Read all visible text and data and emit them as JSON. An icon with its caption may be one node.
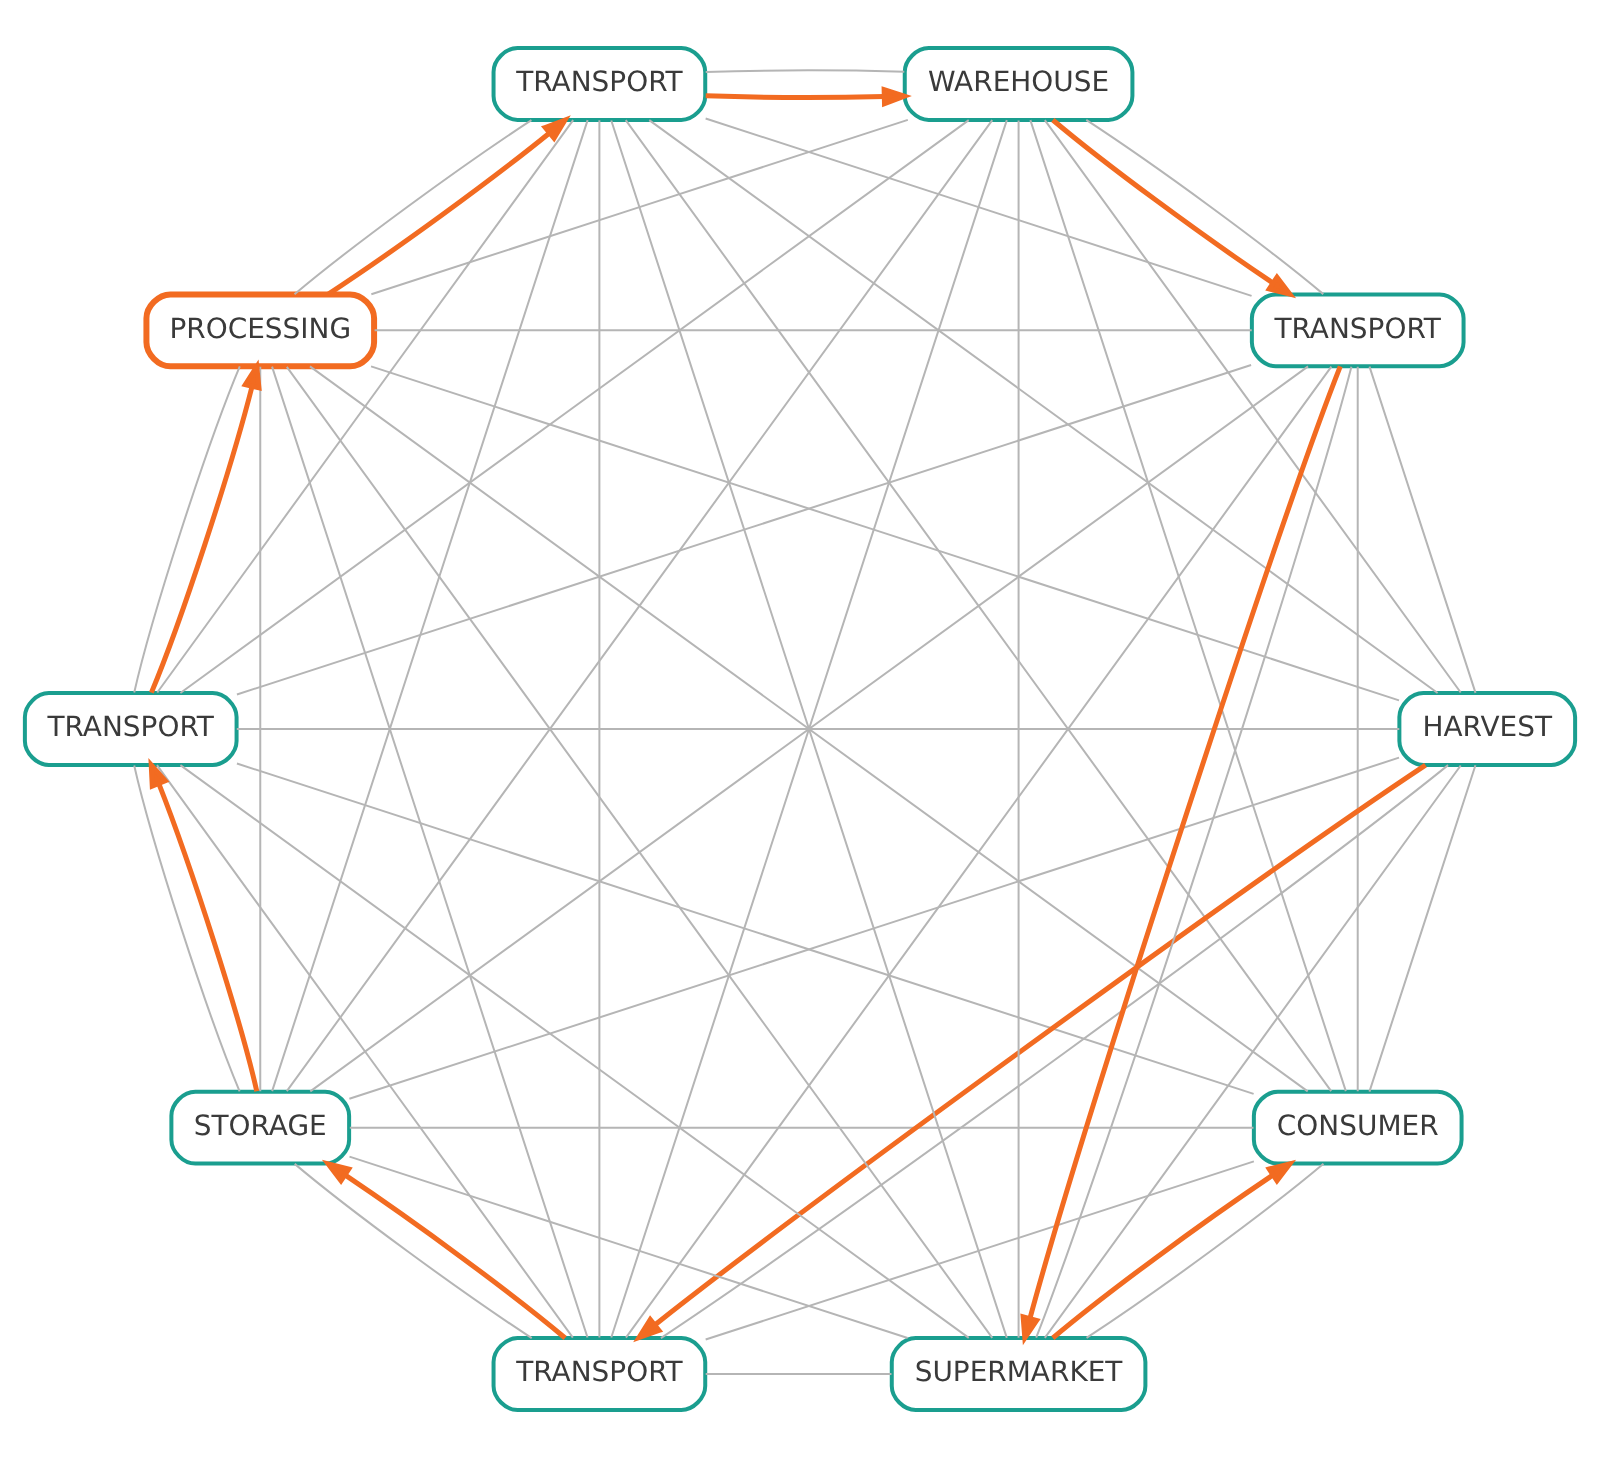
{
  "diagram": {
    "nodes": [
      {
        "text": [
          "CONSUMER"
        ]
      },
      {
        "text": [
          "HARVEST"
        ]
      },
      {
        "text": [
          "TRANSPORT"
        ]
      },
      {
        "text": [
          "STORAGE"
        ]
      },
      {
        "text": [
          "TRANSPORT"
        ]
      },
      {
        "text": [
          "PROCESSING"
        ]
      },
      {
        "text": [
          "TRANSPORT"
        ]
      },
      {
        "text": [
          "WAREHOUSE"
        ]
      },
      {
        "text": [
          "TRANSPORT"
        ]
      },
      {
        "text": [
          "SUPERMARKET"
        ]
      }
    ],
    "edges": [
      {
        "from": 0,
        "to": 1,
        "arrow": "none"
      },
      {
        "from": 0,
        "to": 2,
        "arrow": "none"
      },
      {
        "from": 0,
        "to": 3,
        "arrow": "none"
      },
      {
        "from": 0,
        "to": 4,
        "arrow": "none"
      },
      {
        "from": 0,
        "to": 5,
        "arrow": "none"
      },
      {
        "from": 0,
        "to": 6,
        "arrow": "none"
      },
      {
        "from": 0,
        "to": 7,
        "arrow": "none"
      },
      {
        "from": 0,
        "to": 8,
        "arrow": "none"
      },
      {
        "from": 0,
        "to": 9,
        "arrow": "none"
      },
      {
        "from": 1,
        "to": 2,
        "arrow": "none"
      },
      {
        "from": 1,
        "to": 3,
        "arrow": "none"
      },
      {
        "from": 1,
        "to": 4,
        "arrow": "none"
      },
      {
        "from": 1,
        "to": 5,
        "arrow": "none"
      },
      {
        "from": 1,
        "to": 6,
        "arrow": "none"
      },
      {
        "from": 1,
        "to": 7,
        "arrow": "none"
      },
      {
        "from": 1,
        "to": 8,
        "arrow": "none"
      },
      {
        "from": 1,
        "to": 9,
        "arrow": "none"
      },
      {
        "from": 2,
        "to": 3,
        "arrow": "none"
      },
      {
        "from": 2,
        "to": 4,
        "arrow": "none"
      },
      {
        "from": 2,
        "to": 5,
        "arrow": "none"
      },
      {
        "from": 2,
        "to": 6,
        "arrow": "none"
      },
      {
        "from": 2,
        "to": 7,
        "arrow": "none"
      },
      {
        "from": 2,
        "to": 8,
        "arrow": "none"
      },
      {
        "from": 2,
        "to": 9,
        "arrow": "none"
      },
      {
        "from": 3,
        "to": 4,
        "arrow": "none"
      },
      {
        "from": 3,
        "to": 5,
        "arrow": "none"
      },
      {
        "from": 3,
        "to": 6,
        "arrow": "none"
      },
      {
        "from": 3,
        "to": 7,
        "arrow": "none"
      },
      {
        "from": 3,
        "to": 8,
        "arrow": "none"
      },
      {
        "from": 3,
        "to": 9,
        "arrow": "none"
      },
      {
        "from": 4,
        "to": 5,
        "arrow": "none"
      },
      {
        "from": 4,
        "to": 6,
        "arrow": "none"
      },
      {
        "from": 4,
        "to": 7,
        "arrow": "none"
      },
      {
        "from": 4,
        "to": 8,
        "arrow": "none"
      },
      {
        "from": 4,
        "to": 9,
        "arrow": "none"
      },
      {
        "from": 5,
        "to": 6,
        "arrow": "none"
      },
      {
        "from": 5,
        "to": 7,
        "arrow": "none"
      },
      {
        "from": 5,
        "to": 8,
        "arrow": "none"
      },
      {
        "from": 5,
        "to": 9,
        "arrow": "none"
      },
      {
        "from": 6,
        "to": 7,
        "arrow": "none"
      },
      {
        "from": 6,
        "to": 8,
        "arrow": "none"
      },
      {
        "from": 6,
        "to": 9,
        "arrow": "none"
      },
      {
        "from": 7,
        "to": 8,
        "arrow": "none"
      },
      {
        "from": 7,
        "to": 9,
        "arrow": "none"
      },
      {
        "from": 8,
        "to": 9,
        "arrow": "none"
      },
      {
        "from": 1,
        "to": 2,
        "arrow": "to",
        "color": "#f26b21"
      },
      {
        "from": 2,
        "to": 3,
        "arrow": "to",
        "color": "#f26b21"
      },
      {
        "from": 3,
        "to": 4,
        "arrow": "to",
        "color": "#f26b21"
      },
      {
        "from": 4,
        "to": 5,
        "arrow": "to",
        "color": "#f26b21"
      },
      {
        "from": 5,
        "to": 6,
        "arrow": "to",
        "color": "#f26b21"
      },
      {
        "from": 6,
        "to": 7,
        "arrow": "to",
        "color": "#f26b21"
      },
      {
        "from": 7,
        "to": 8,
        "arrow": "to",
        "color": "#f26b21"
      },
      {
        "from": 8,
        "to": 9,
        "arrow": "to",
        "color": "#f26b21"
      },
      {
        "from": 9,
        "to": 0,
        "arrow": "to",
        "color": "#f26b21"
      }
    ]
  }
}
